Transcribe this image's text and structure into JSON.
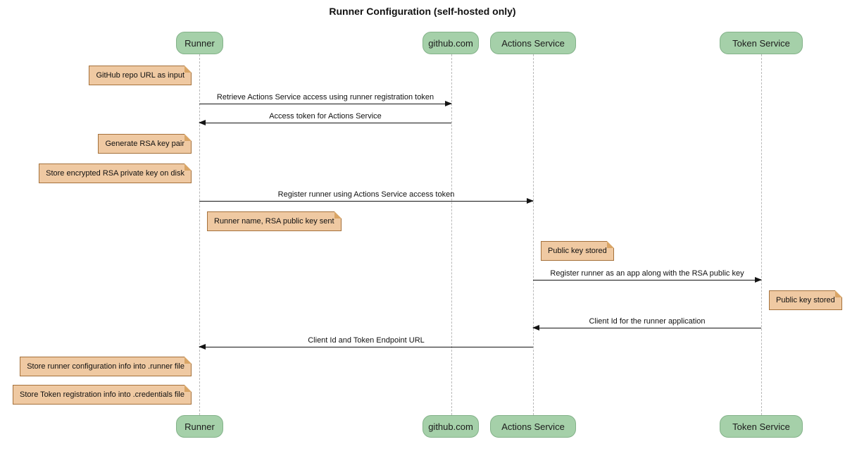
{
  "title": "Runner Configuration (self-hosted only)",
  "diagram_type": "sequence-diagram",
  "participants": [
    {
      "name": "Runner"
    },
    {
      "name": "github.com"
    },
    {
      "name": "Actions Service"
    },
    {
      "name": "Token Service"
    }
  ],
  "messages": [
    {
      "from": "Runner",
      "to": "github.com",
      "direction": "right",
      "label": "Retrieve Actions Service access using runner registration token"
    },
    {
      "from": "github.com",
      "to": "Runner",
      "direction": "left",
      "label": "Access token for Actions Service"
    },
    {
      "from": "Runner",
      "to": "Actions Service",
      "direction": "right",
      "label": "Register runner using Actions Service access token"
    },
    {
      "from": "Actions Service",
      "to": "Token Service",
      "direction": "right",
      "label": "Register runner as an app along with the RSA public key"
    },
    {
      "from": "Token Service",
      "to": "Actions Service",
      "direction": "left",
      "label": "Client Id for the runner application"
    },
    {
      "from": "Actions Service",
      "to": "Runner",
      "direction": "left",
      "label": "Client Id and Token Endpoint URL"
    }
  ],
  "notes": [
    {
      "text": "GitHub repo URL as input",
      "anchor": "left-of-runner"
    },
    {
      "text": "Generate RSA key pair",
      "anchor": "left-of-runner"
    },
    {
      "text": "Store encrypted RSA private key on disk",
      "anchor": "left-of-runner"
    },
    {
      "text": "Runner name, RSA public key sent",
      "anchor": "right-of-runner"
    },
    {
      "text": "Public key stored",
      "anchor": "right-of-actions-service"
    },
    {
      "text": "Public key stored",
      "anchor": "right-of-token-service"
    },
    {
      "text": "Store runner configuration info into .runner file",
      "anchor": "left-of-runner"
    },
    {
      "text": "Store Token registration info into .credentials file",
      "anchor": "left-of-runner"
    }
  ],
  "colors": {
    "background": "#FFFFFF",
    "participant_fill": "#A5D0A9",
    "participant_border": "#83B289",
    "note_fill": "#EFC9A2",
    "note_border": "#A5713B",
    "note_fold": "#D9A566",
    "lifeline": "#B8B8B8",
    "arrow": "#141414",
    "text": "#111111"
  }
}
